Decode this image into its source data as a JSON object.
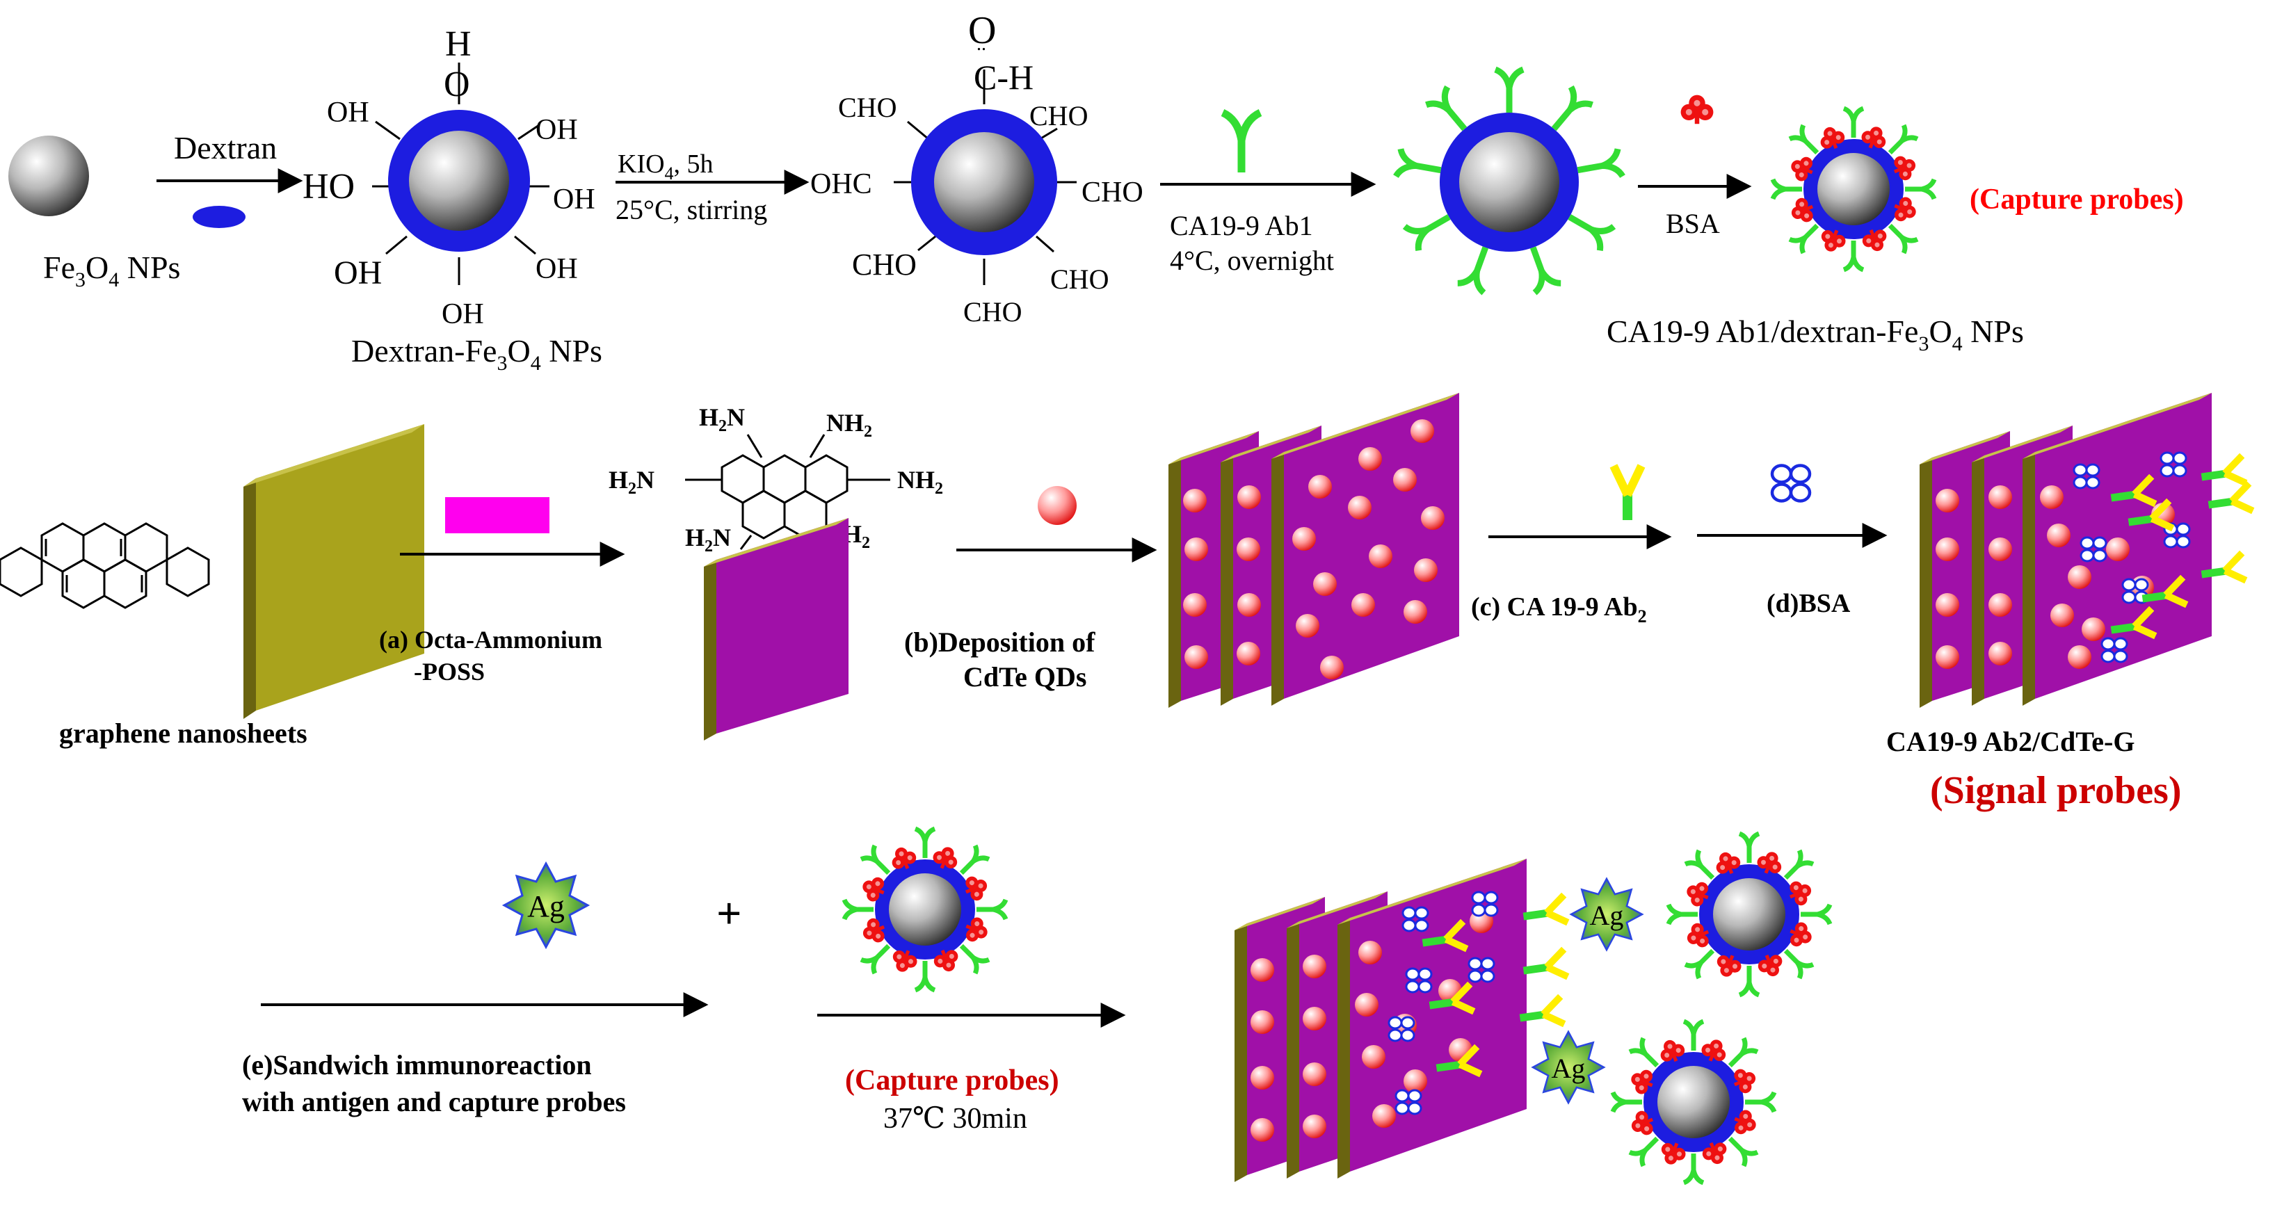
{
  "row1": {
    "fe3o4_label": "Fe",
    "fe3o4_sub": "3",
    "fe3o4_o": "O",
    "fe3o4_sub2": "4",
    "fe3o4_tail": " NPs",
    "dextran_label": "Dextran",
    "oh": "OH",
    "ho": "HO",
    "h": "H",
    "o": "O",
    "dextran_fe3o4_a": "Dextran-Fe",
    "dextran_fe3o4_sub": "3",
    "dextran_fe3o4_b": "O",
    "dextran_fe3o4_sub2": "4",
    "dextran_fe3o4_c": " NPs",
    "kio4_a": "KIO",
    "kio4_sub": "4",
    "kio4_b": ", 5h",
    "kio4_cond": "25°C, stirring",
    "cho": "CHO",
    "ohc": "OHC",
    "aldehyde_o": "O",
    "aldehyde_ch": "C-H",
    "ab1_label": "CA19-9 Ab1",
    "ab1_cond": "4°C, overnight",
    "bsa_label": "BSA",
    "capture_probes": "(Capture probes)",
    "ab1_dextran_a": "CA19-9 Ab1/dextran-Fe",
    "ab1_dextran_sub": "3",
    "ab1_dextran_b": "O",
    "ab1_dextran_sub2": "4",
    "ab1_dextran_c": " NPs"
  },
  "row2": {
    "nh2": "NH",
    "nh2_sub": "2",
    "h2n": "H",
    "h2n_sub": "2",
    "h2n_tail": "N",
    "step_a_line1": "(a) Octa-Ammonium",
    "step_a_line2": "-POSS",
    "graphene_label": "graphene nanosheets",
    "step_b_line1": "(b)Deposition of",
    "step_b_line2": "CdTe QDs",
    "step_c_a": "(c) CA 19-9 Ab",
    "step_c_sub": "2",
    "step_d": "(d)BSA",
    "signal_name": "CA19-9 Ab2/CdTe-G",
    "signal_probes": "(Signal probes)"
  },
  "row3": {
    "ag": "Ag",
    "plus": "+",
    "step_e_line1": "(e)Sandwich immunoreaction",
    "step_e_line2": "with antigen and capture probes",
    "capture_probes": "(Capture probes)",
    "incubation": "37℃  30min"
  },
  "colors": {
    "core_gray": "#9a9a9a",
    "dextran_shell": "#1d1de0",
    "antibody_green": "#33dd33",
    "bsa_red": "#ee1111",
    "graphene_olive": "#a9a31c",
    "sheet_magenta": "#a010a8",
    "poss_magenta": "#ff00ee",
    "qd_red": "#ff3c3c",
    "ab2_yellow": "#ffee00",
    "bsa_blue": "#1a2ae0",
    "highlight_red": "#ff0000",
    "signal_dark_red": "#cc0000",
    "ag_green": "#8fd66a"
  },
  "icons": {
    "pyrene": "pyrene-structure-icon",
    "antibody": "y-antibody-icon",
    "bsa": "bsa-clover-icon",
    "antigen": "star-antigen-icon"
  }
}
